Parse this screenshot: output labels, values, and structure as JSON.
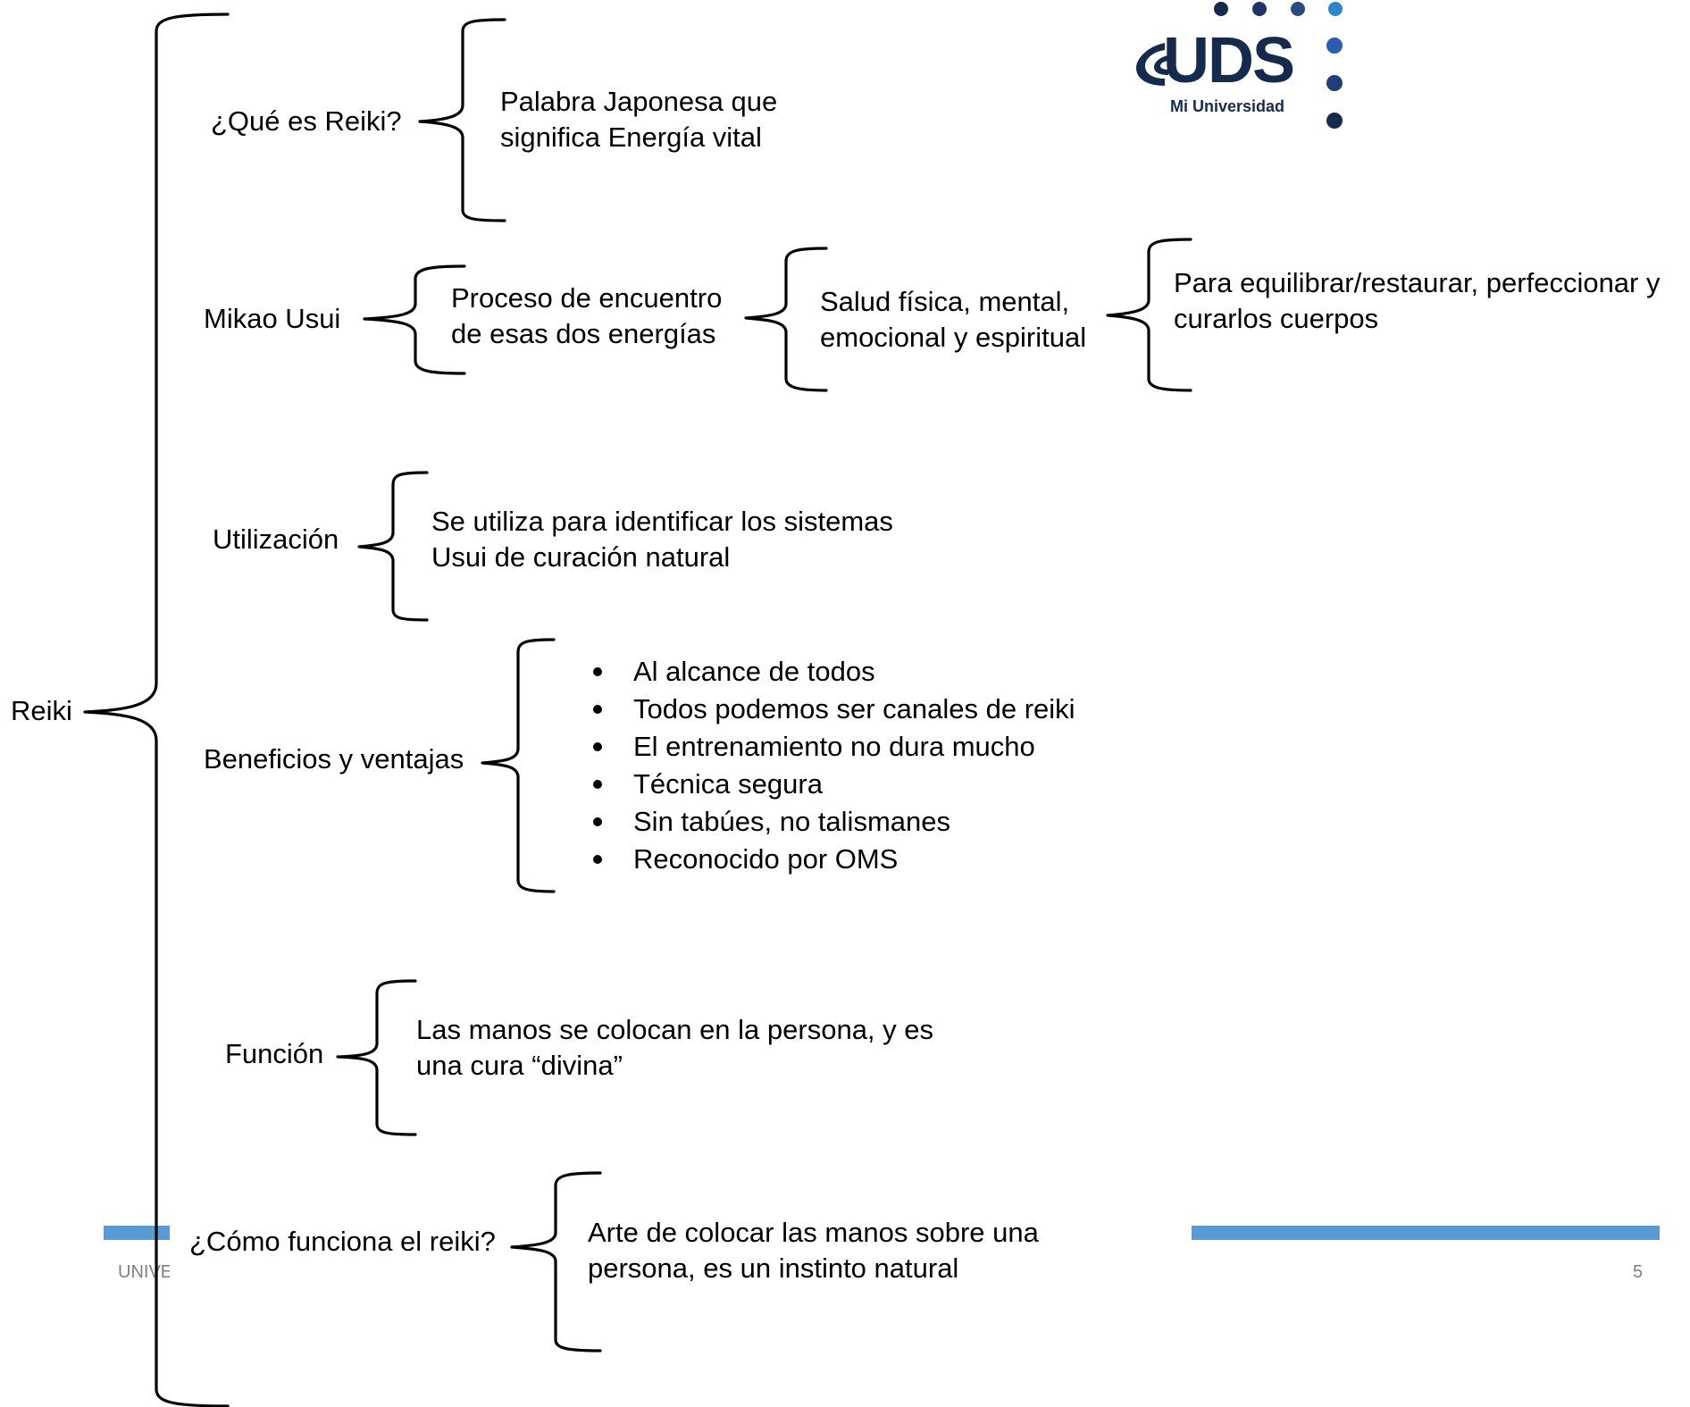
{
  "logo": {
    "wordmark": "UDS",
    "tagline": "Mi Universidad",
    "colors": {
      "navy": "#162a4d",
      "mid": "#2a4a84",
      "accent": "#2e86c9"
    }
  },
  "footer": {
    "left_text": "UNIVE",
    "page_number": "5",
    "bar_color": "#5b9bd5"
  },
  "root": {
    "label": "Reiki"
  },
  "branches": {
    "what": {
      "label": "¿Qué es Reiki?",
      "detail": "Palabra Japonesa que\nsignifica Energía vital"
    },
    "usui": {
      "label": "Mikao Usui",
      "step1": "Proceso de encuentro\nde esas dos energías",
      "step2": "Salud física, mental,\nemocional y espiritual",
      "step3": "Para equilibrar/restaurar, perfeccionar y\ncurarlos cuerpos"
    },
    "use": {
      "label": "Utilización",
      "detail": "Se utiliza para identificar los sistemas\nUsui de curación natural"
    },
    "benefits": {
      "label": "Beneficios y ventajas",
      "items": [
        "Al alcance de todos",
        "Todos podemos ser canales de reiki",
        "El entrenamiento no dura mucho",
        "Técnica segura",
        "Sin tabúes, no talismanes",
        "Reconocido por OMS"
      ]
    },
    "function": {
      "label": "Función",
      "detail": "Las manos se colocan en la persona, y es\nuna cura “divina”"
    },
    "how": {
      "label": "¿Cómo funciona el reiki?",
      "detail": "Arte de colocar las manos sobre una\npersona, es un instinto natural"
    }
  }
}
